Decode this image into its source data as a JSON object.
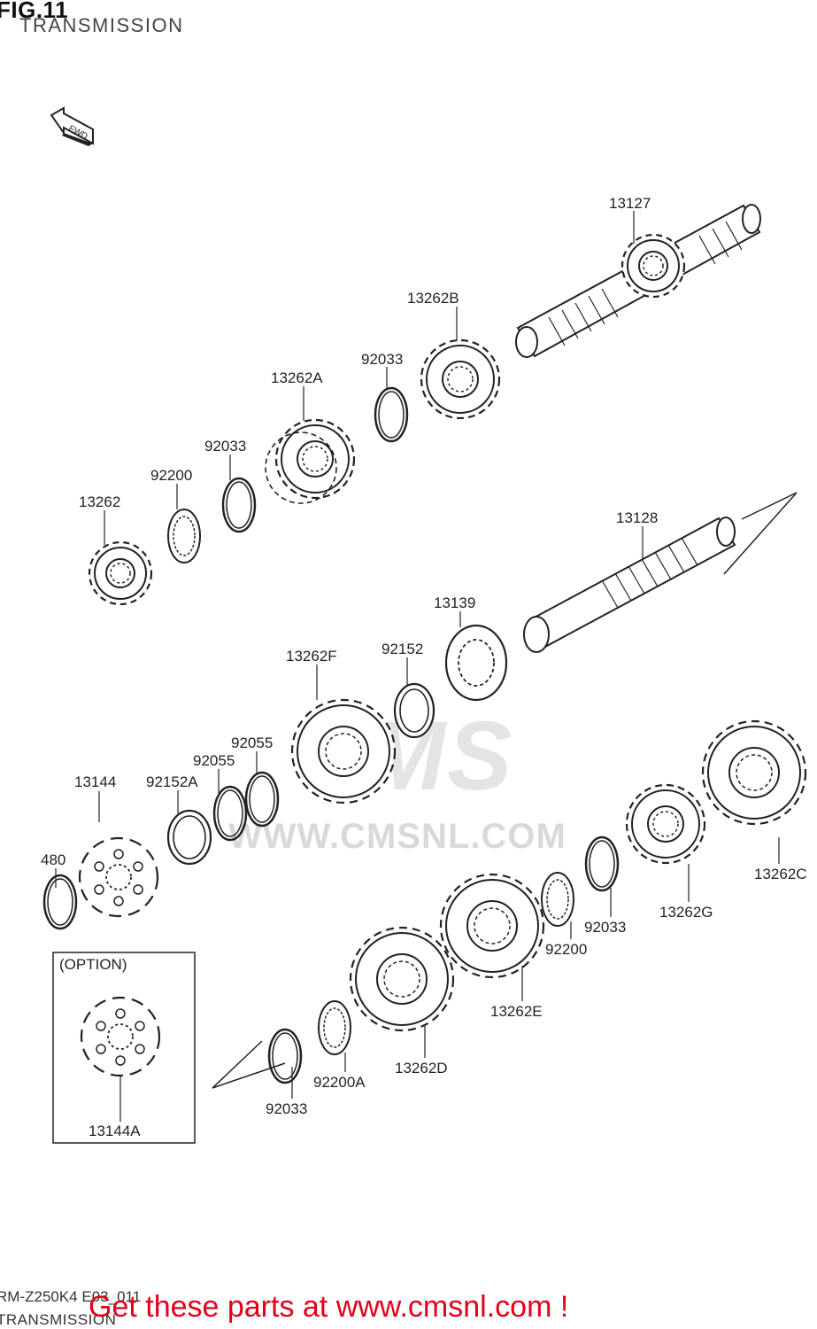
{
  "header": {
    "figure": "FIG.11",
    "title": "TRANSMISSION"
  },
  "direction_marker": "FWD",
  "parts": {
    "shaft_main": "13127",
    "gear_13262B": "13262B",
    "clip_92033_top": "92033",
    "gear_13262A": "13262A",
    "clip_92033_mid": "92033",
    "washer_92200": "92200",
    "gear_13262": "13262",
    "shaft_drive": "13128",
    "hub_13139": "13139",
    "bush_92152": "92152",
    "gear_13262F": "13262F",
    "oring_92055_a": "92055",
    "oring_92055_b": "92055",
    "sprocket_13144": "13144",
    "bush_92152A": "92152A",
    "nut_480": "480",
    "gear_13262C": "13262C",
    "gear_13262G": "13262G",
    "clip_92033_right": "92033",
    "washer_92200_right": "92200",
    "gear_13262E": "13262E",
    "gear_13262D": "13262D",
    "washer_92200A": "92200A",
    "clip_92033_bottom": "92033",
    "sprocket_13144A": "13144A"
  },
  "option_box": {
    "label": "(OPTION)"
  },
  "watermark": {
    "brand": "CMS",
    "url": "WWW.CMSNL.COM"
  },
  "footer": {
    "code": "RM-Z250K4 E03_011",
    "subtitle": "TRANSMISSION",
    "link_text": "Get these parts at www.cmsnl.com !"
  },
  "colors": {
    "line": "#222222",
    "watermark": "#e0e0e0",
    "link": "#e3001b"
  }
}
